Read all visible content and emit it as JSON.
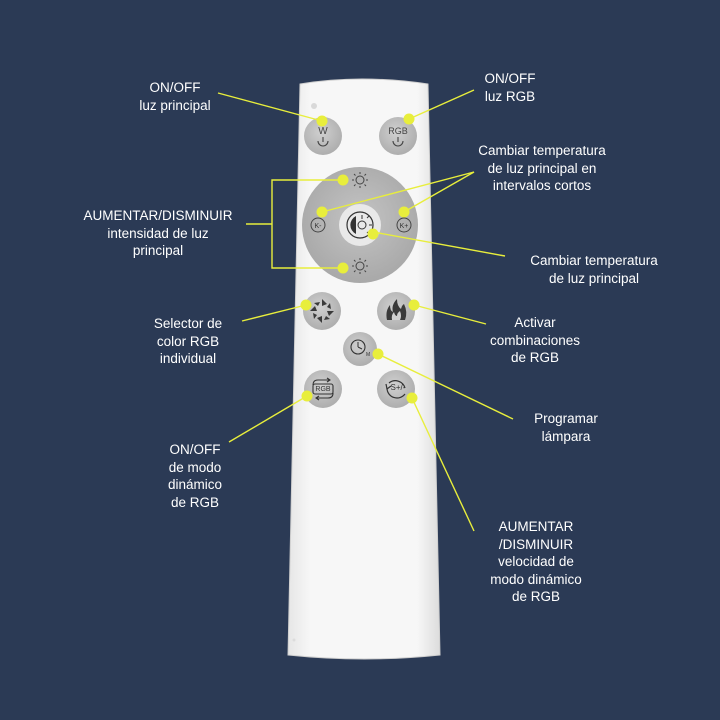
{
  "colors": {
    "background": "#2b3a55",
    "remote_body": "#f4f4f4",
    "button": "#b5b5b5",
    "callout": "#e8ee3c",
    "text": "#ffffff"
  },
  "remote": {
    "buttons": {
      "white_on_off": {
        "glyph": "W",
        "icon": "power-icon"
      },
      "rgb_on_off": {
        "glyph": "RGB",
        "icon": "power-icon"
      },
      "brightness_up": {
        "icon": "sun-icon"
      },
      "brightness_down": {
        "icon": "sun-icon"
      },
      "temp_warm_step": {
        "glyph": "K-"
      },
      "temp_cool_step": {
        "glyph": "K+"
      },
      "temp_slider": {
        "icon": "dial-icon"
      },
      "rgb_color_select": {
        "icon": "color-wheel-icon"
      },
      "rgb_combinations": {
        "icon": "flame-icon"
      },
      "timer": {
        "icon": "clock-timer-icon"
      },
      "rgb_dynamic_on_off": {
        "glyph": "RGB",
        "icon": "cycle-arrows-icon"
      },
      "rgb_speed": {
        "glyph": "S+/-",
        "icon": "refresh-icon"
      }
    }
  },
  "callouts": {
    "on_off_main": "ON/OFF\nluz principal",
    "on_off_rgb": "ON/OFF\nluz RGB",
    "change_temp_steps": "Cambiar temperatura\nde luz principal en\nintervalos cortos",
    "brightness": "AUMENTAR/DISMINUIR\nintensidad de luz\nprincipal",
    "change_temp": "Cambiar temperatura\nde luz principal",
    "color_selector": "Selector de\ncolor RGB\nindividual",
    "activate_combinations": "Activar\ncombinaciones\nde RGB",
    "program_lamp": "Programar\nlámpara",
    "dynamic_on_off": "ON/OFF\nde modo\ndinámico\nde RGB",
    "dynamic_speed": "AUMENTAR\n/DISMINUIR\nvelocidad de\nmodo dinámico\nde RGB"
  }
}
